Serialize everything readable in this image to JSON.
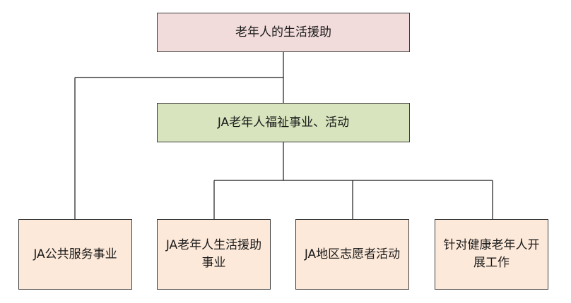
{
  "diagram": {
    "root": {
      "label": "老年人的生活援助",
      "fill": "#f2dcdb"
    },
    "middle": {
      "label": "JA老年人福祉事业、活动",
      "fill": "#d7e4bd"
    },
    "leaves": [
      {
        "label": "JA公共服务事业",
        "fill": "#fde9d9"
      },
      {
        "label": "JA老年人生活援助事业",
        "fill": "#fde9d9"
      },
      {
        "label": "JA地区志愿者活动",
        "fill": "#fde9d9"
      },
      {
        "label": "针对健康老年人开展工作",
        "fill": "#fde9d9"
      }
    ]
  }
}
